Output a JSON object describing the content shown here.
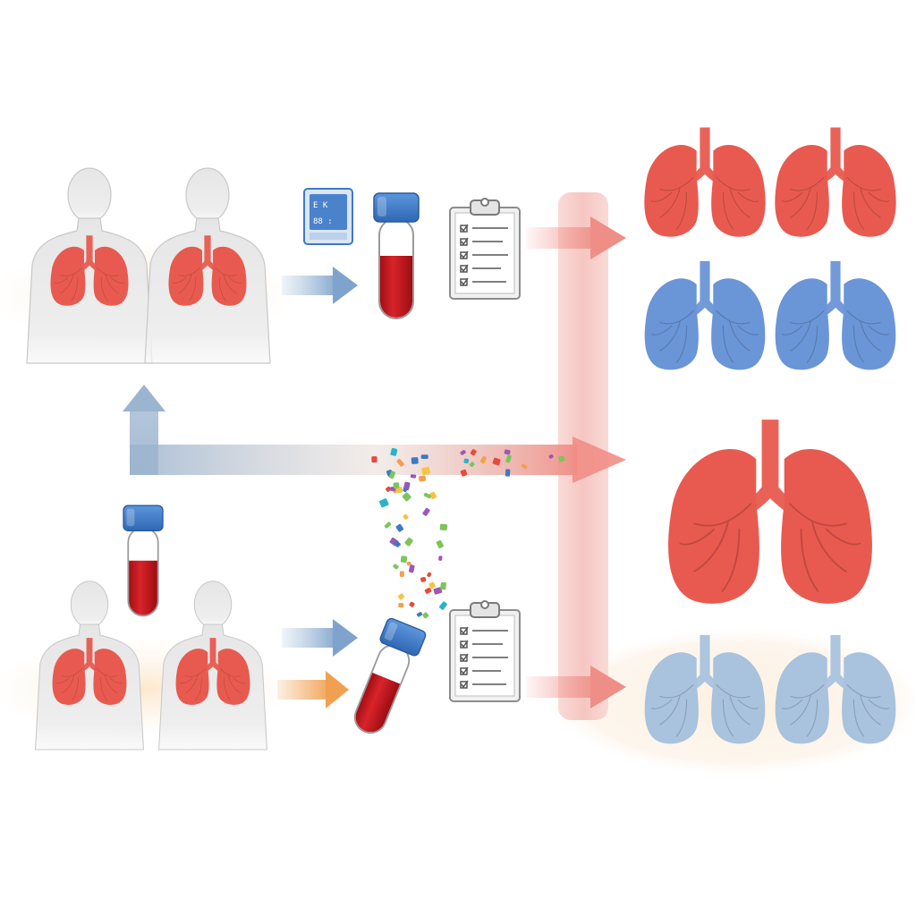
{
  "colors": {
    "lung_red": "#e85a4f",
    "lung_red_dark": "#c8382f",
    "lung_blue": "#6a95d6",
    "lung_blue_light": "#a9c2dd",
    "blood": "#c8191e",
    "cap_blue": "#3d79c4",
    "arrow_blue": "#9bb8d6",
    "arrow_orange": "#f0a050",
    "arrow_red": "#f3a8a2",
    "bus_red": "#f7c9c4",
    "body_grey": "#dcdcdc"
  },
  "icons": {
    "device": "test-device-icon",
    "tube": "blood-tube-icon",
    "clipboard": "checklist-clipboard-icon",
    "person": "person-silhouette-icon",
    "lungs": "lungs-icon"
  },
  "device_screen": {
    "line1": "E  K",
    "line2": "88 :"
  },
  "groups": {
    "top_patients": 2,
    "bottom_patients": 2,
    "outcome_lungs": [
      "red",
      "red",
      "blue",
      "blue",
      "red-large",
      "blue-light",
      "blue-light"
    ]
  }
}
